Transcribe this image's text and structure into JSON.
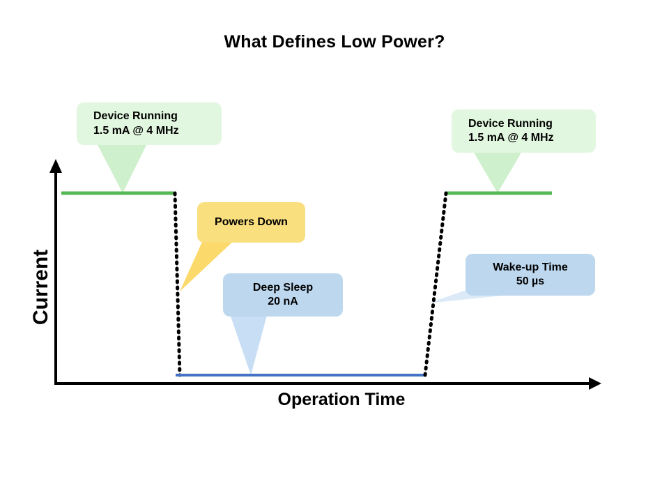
{
  "chart_data": {
    "type": "line",
    "title": "What Defines Low Power?",
    "xlabel": "Operation Time",
    "ylabel": "Current",
    "grid": false,
    "legend": "none",
    "axes": {
      "x_arrow": true,
      "y_arrow": true,
      "x_ticks": [],
      "y_ticks": []
    },
    "series": [
      {
        "name": "Device Running (active current)",
        "style": "solid",
        "color": "#55B855",
        "value_label": "1.5 mA @ 4 MHz",
        "segments": [
          {
            "x": [
              0,
              160
            ],
            "y": [
              1.5,
              1.5
            ]
          },
          {
            "x": [
              560,
              712
            ],
            "y": [
              1.5,
              1.5
            ]
          }
        ]
      },
      {
        "name": "Deep Sleep (sleep current)",
        "style": "solid",
        "color": "#4472C4",
        "value_label": "20 nA",
        "segments": [
          {
            "x": [
              164,
              530
            ],
            "y": [
              0.02,
              0.02
            ]
          }
        ]
      },
      {
        "name": "Powers Down (falling edge)",
        "style": "dotted",
        "color": "#000000",
        "segments": [
          {
            "x": [
              162,
              172
            ],
            "y": [
              1.5,
              0.02
            ]
          }
        ]
      },
      {
        "name": "Wake-up Time (rising edge)",
        "style": "dotted",
        "color": "#000000",
        "value_label": "50 µs",
        "segments": [
          {
            "x": [
              530,
              560
            ],
            "y": [
              0.02,
              1.5
            ]
          }
        ]
      }
    ]
  },
  "title": "What Defines Low Power?",
  "axis": {
    "y_label": "Current",
    "x_label": "Operation Time"
  },
  "callouts": {
    "running_left": {
      "line1": "Device Running",
      "line2": "1.5 mA @ 4 MHz",
      "color": "#E2F7E0"
    },
    "running_right": {
      "line1": "Device Running",
      "line2": "1.5 mA @ 4 MHz",
      "color": "#E2F7E0"
    },
    "powers_down": {
      "line1": "Powers Down",
      "color": "#FADF7F"
    },
    "deep_sleep": {
      "line1": "Deep Sleep",
      "line2": "20 nA",
      "color": "#BDD7EE"
    },
    "wakeup": {
      "line1": "Wake-up Time",
      "line2": "50 µs",
      "color": "#BDD7EE"
    }
  }
}
